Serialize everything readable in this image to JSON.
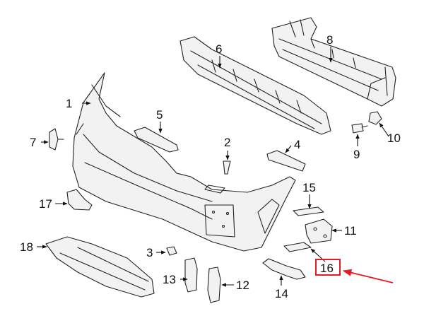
{
  "diagram": {
    "callouts": [
      "1",
      "2",
      "3",
      "4",
      "5",
      "6",
      "7",
      "8",
      "9",
      "10",
      "11",
      "12",
      "13",
      "14",
      "15",
      "16",
      "17",
      "18"
    ],
    "highlighted_callout": "16",
    "highlight_color": "#e31b23",
    "pointer_color": "#e31b23"
  }
}
